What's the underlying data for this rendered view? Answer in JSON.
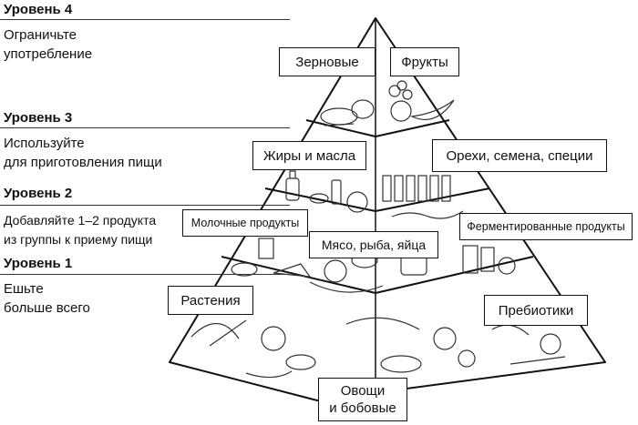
{
  "levels": [
    {
      "title": "Уровень 4",
      "description_lines": [
        "Ограничьте",
        "употребление"
      ]
    },
    {
      "title": "Уровень 3",
      "description_lines": [
        "Используйте",
        "для приготовления пищи"
      ]
    },
    {
      "title": "Уровень 2",
      "description_lines": [
        "Добавляйте 1–2 продукта",
        "из группы к приему пищи"
      ]
    },
    {
      "title": "Уровень 1",
      "description_lines": [
        "Ешьте",
        "больше всего"
      ]
    }
  ],
  "categories": {
    "grains": "Зерновые",
    "fruits": "Фрукты",
    "fats_oils": "Жиры и масла",
    "nuts_seeds_spices": "Орехи, семена, специи",
    "dairy": "Молочные продукты",
    "meat_fish_eggs": "Мясо, рыба, яйца",
    "fermented": "Ферментированные продукты",
    "plants": "Растения",
    "prebiotics": "Пребиотики",
    "vegetables_legumes_line1": "Овощи",
    "vegetables_legumes_line2": "и бобовые"
  }
}
